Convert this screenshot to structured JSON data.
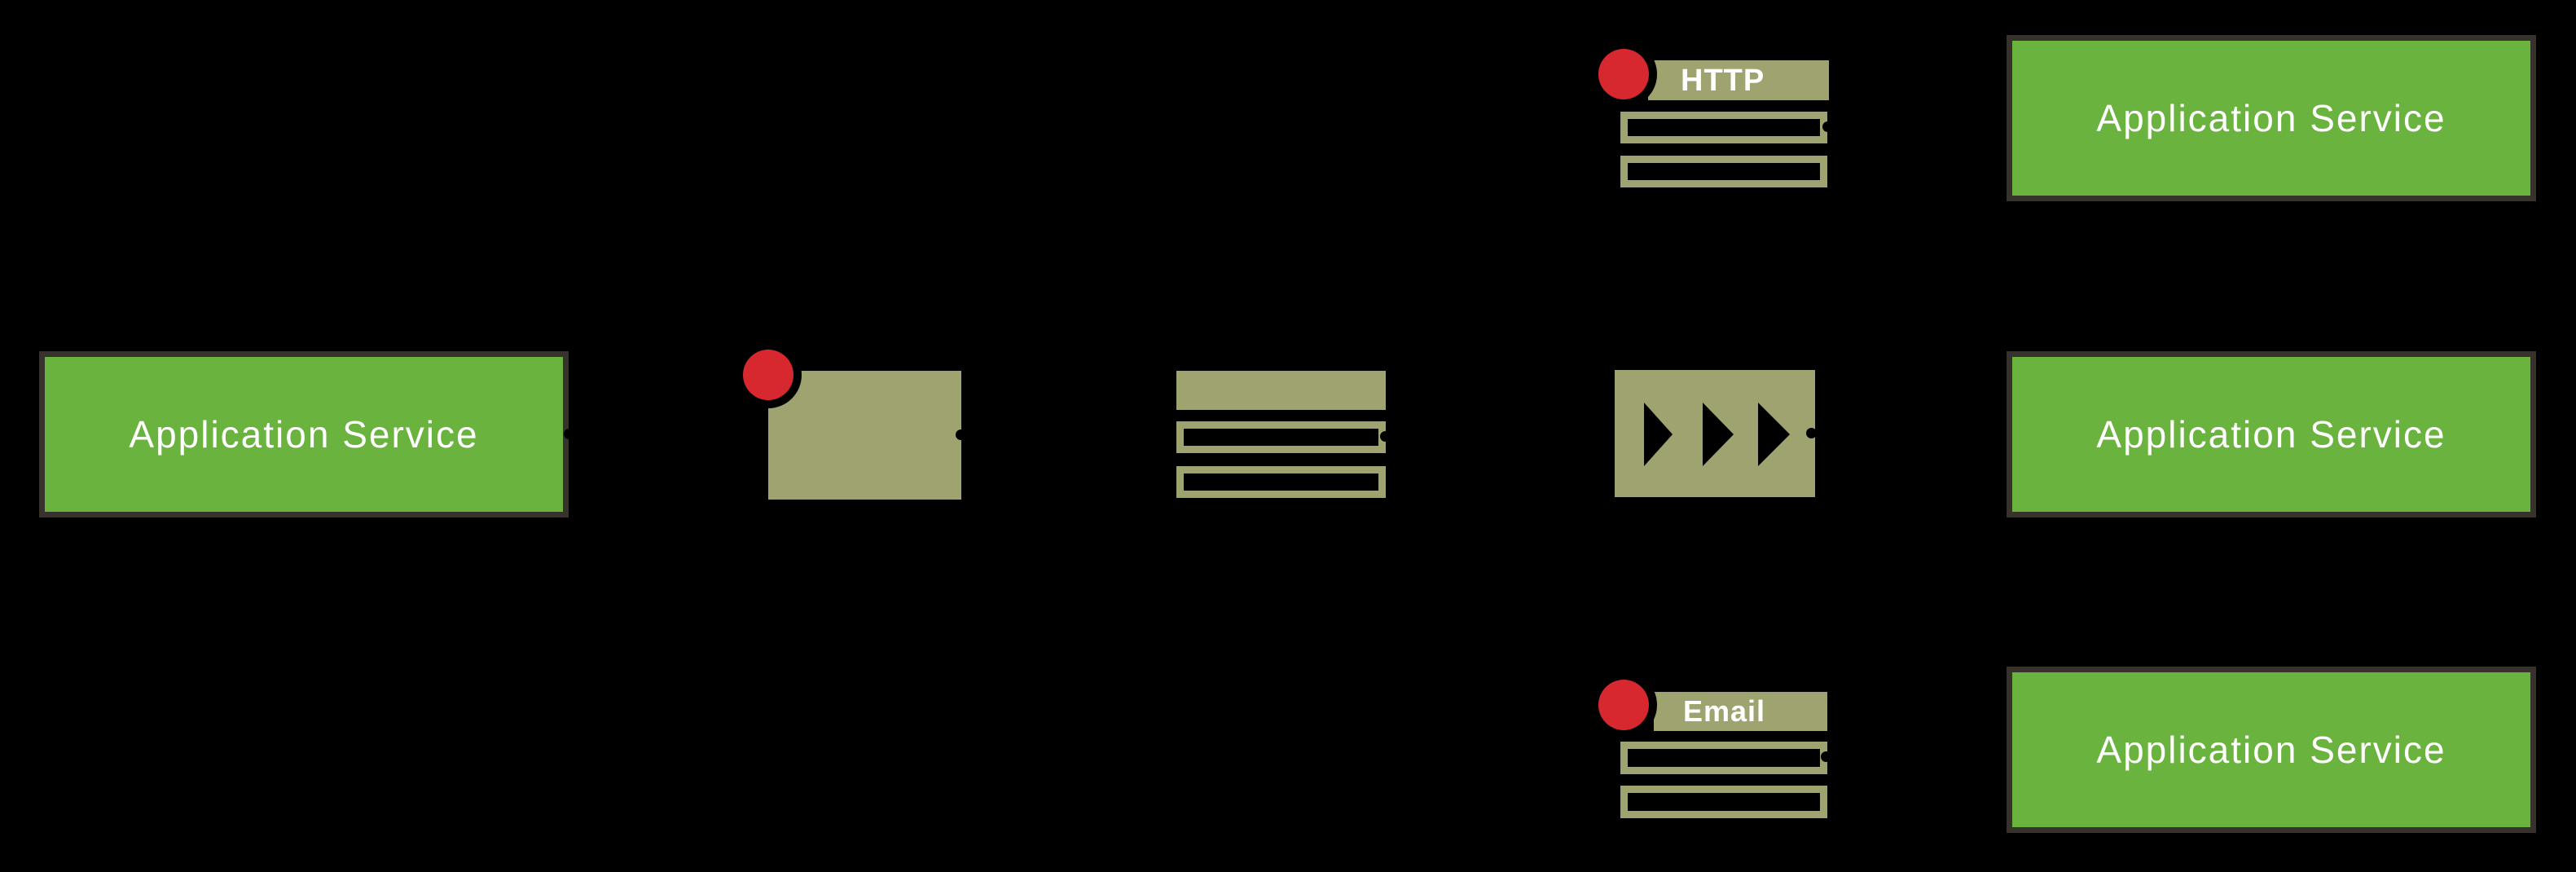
{
  "background_color": "#000000",
  "colors": {
    "service_box_fill": "#6ab33e",
    "service_box_border": "#37322b",
    "icon_olive": "#9fa36f",
    "endpoint_red": "#d7282f",
    "label_text": "#ffffff"
  },
  "icons": {
    "adapter": "olive-rectangle-with-red-dot",
    "message_channel": "three-stacked-bars",
    "http_endpoint": "labeled-bars-with-red-dot",
    "pipeline": "rectangle-with-three-right-arrows",
    "email_endpoint": "labeled-bars-with-red-dot"
  },
  "nodes": {
    "source_service": {
      "label": "Application Service"
    },
    "http_endpoint": {
      "label": "HTTP"
    },
    "email_endpoint": {
      "label": "Email"
    },
    "target_services": [
      {
        "label": "Application Service"
      },
      {
        "label": "Application Service"
      },
      {
        "label": "Application Service"
      }
    ]
  }
}
